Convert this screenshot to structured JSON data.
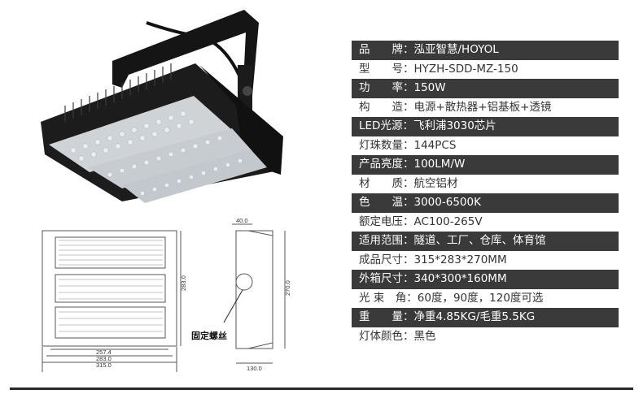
{
  "specs": [
    {
      "text": "品　　牌：泓亚智慧/HOYOL",
      "dark": true
    },
    {
      "text": "型　　号：HYZH-SDD-MZ-150",
      "dark": false
    },
    {
      "text": "功　　率：150W",
      "dark": true
    },
    {
      "text": "构　　造：电源+散热器+铝基板+透镜",
      "dark": false
    },
    {
      "text": "LED光源：飞利浦3030芯片",
      "dark": true
    },
    {
      "text": "灯珠数量：144PCS",
      "dark": false
    },
    {
      "text": "产品亮度：100LM/W",
      "dark": true
    },
    {
      "text": "材　　质：航空铝材",
      "dark": false
    },
    {
      "text": "色　　温：3000-6500K",
      "dark": true
    },
    {
      "text": "额定电压：AC100-265V",
      "dark": false
    },
    {
      "text": "适用范围：隧道、工厂、仓库、体育馆",
      "dark": true
    },
    {
      "text": "成品尺寸：315*283*270MM",
      "dark": false
    },
    {
      "text": "外箱尺寸：340*300*160MM",
      "dark": true
    },
    {
      "text": "光 束　角：60度，90度，120度可选",
      "dark": false
    },
    {
      "text": "重　　量：净重4.85KG/毛重5.5KG",
      "dark": true
    },
    {
      "text": "灯体颜色：黑色",
      "dark": false
    }
  ],
  "drawing": {
    "dim_257": "257.4",
    "dim_283w": "283.0",
    "dim_315": "315.0",
    "dim_283h": "283.0",
    "dim_40": "40.0",
    "dim_270": "270.0",
    "dim_130": "130.0",
    "screw_label": "固定螺丝"
  }
}
